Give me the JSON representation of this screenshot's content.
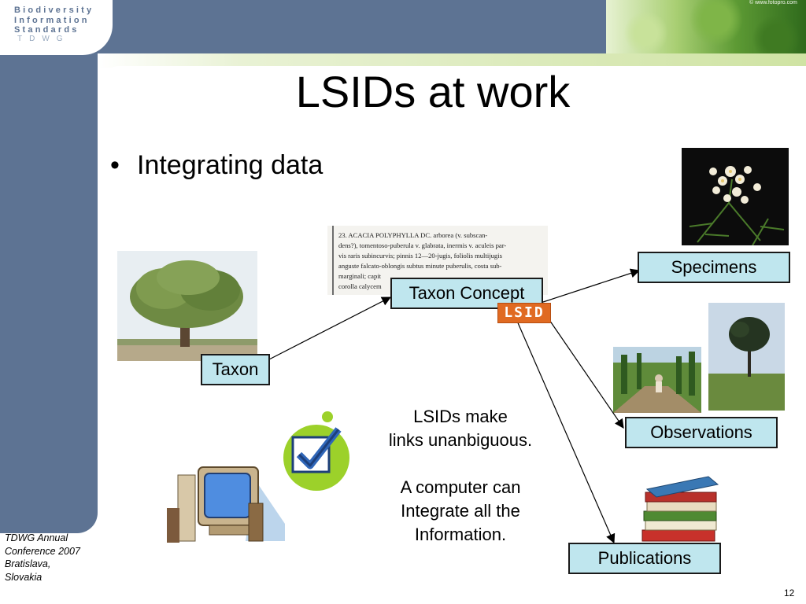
{
  "header": {
    "logo_line1": "Biodiversity",
    "logo_line2": "Information",
    "logo_line3": "Standards",
    "logo_tdwg": "TDWG",
    "photo_credit": "© www.fotopro.com"
  },
  "slide": {
    "title": "LSIDs at work",
    "bullet_symbol": "•",
    "bullet_text": "Integrating data"
  },
  "labels": {
    "taxon": "Taxon",
    "taxon_concept": "Taxon Concept",
    "specimens": "Specimens",
    "observations": "Observations",
    "publications": "Publications",
    "lsid_badge": "LSID"
  },
  "note": {
    "line1": "LSIDs make",
    "line2": "links unanbiguous.",
    "line3": "A computer can",
    "line4": "Integrate all the",
    "line5": "Information."
  },
  "document_scan": {
    "line1": "23. ACACIA POLYPHYLLA DC. arborea (v. subscan-",
    "line2": "dens?), tomentoso-puberula v. glabrata, inermis v. aculeis par-",
    "line3": "vis raris subincurvis; pinnis 12—20-jugis, foliolis multijugis",
    "line4": "anguste falcato-oblongis subtus minute puberulis, costa sub-",
    "line5": "marginali; capit",
    "line6": "corolla calycem"
  },
  "footer": {
    "line1": "TDWG Annual",
    "line2": "Conference 2007",
    "line3": "Bratislava,",
    "line4": "Slovakia",
    "page_number": "12"
  },
  "colors": {
    "frame_blue": "#5d7393",
    "label_fill": "#bfe6ee",
    "lsid_orange": "#e06a22",
    "accent_green": "#cfe3a3"
  },
  "icons": [
    "checkmark-icon",
    "computer-icon",
    "books-icon",
    "tree-icon",
    "flower-icon"
  ]
}
